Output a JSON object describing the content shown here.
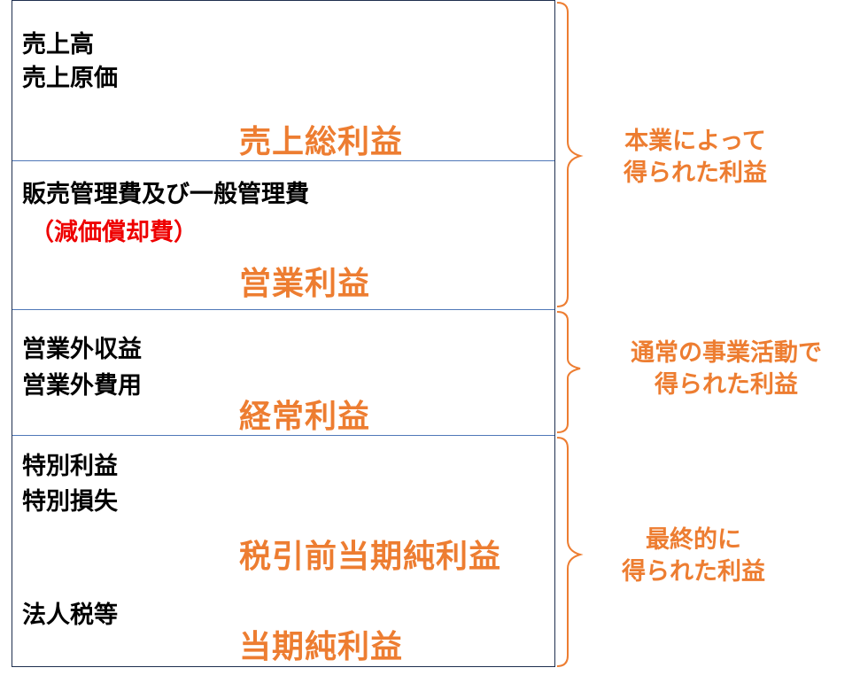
{
  "sections": [
    {
      "items": [
        "売上高",
        "売上原価"
      ],
      "profit": "売上総利益"
    },
    {
      "items": [
        "販売管理費及び一般管理費"
      ],
      "highlight_item": "（減価償却費）",
      "profit": "営業利益"
    },
    {
      "items": [
        "営業外収益",
        "営業外費用"
      ],
      "profit": "経常利益"
    },
    {
      "items": [
        "特別利益",
        "特別損失"
      ],
      "profit": "税引前当期純利益",
      "extra_item": "法人税等",
      "final_profit": "当期純利益"
    }
  ],
  "brackets": [
    {
      "lines": [
        "本業によって",
        "得られた利益"
      ]
    },
    {
      "lines": [
        "通常の事業活動で",
        "得られた利益"
      ]
    },
    {
      "lines": [
        "最終的に",
        "得られた利益"
      ]
    }
  ],
  "colors": {
    "profit": "#ed7d31",
    "highlight": "#ee0000",
    "border": "#1f2f4f",
    "divider": "#4f78b8",
    "text": "#000000"
  }
}
